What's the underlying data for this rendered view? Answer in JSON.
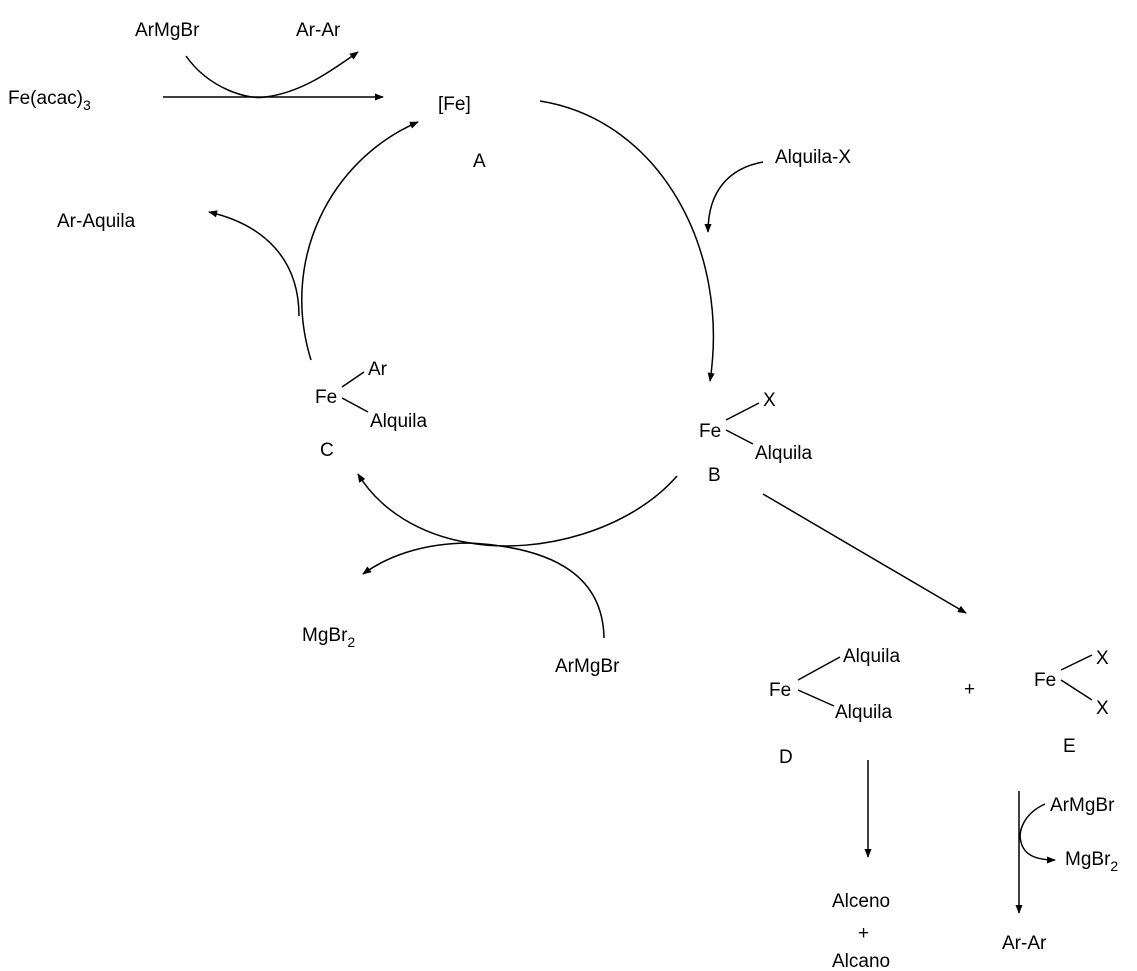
{
  "precatalyst": {
    "label": "Fe(acac)",
    "subscript": "3"
  },
  "activation": {
    "reagent": "ArMgBr",
    "byproduct": "Ar-Ar"
  },
  "species_a": {
    "formula": "[Fe]",
    "letter": "A"
  },
  "oxidative_addition": {
    "reagent": "Alquila-X"
  },
  "species_b": {
    "metal": "Fe",
    "ligand_1": "X",
    "ligand_2": "Alquila",
    "letter": "B"
  },
  "transmetalation": {
    "reagent": "ArMgBr",
    "byproduct_base": "MgBr",
    "byproduct_subscript": "2"
  },
  "species_c": {
    "metal": "Fe",
    "ligand_1": "Ar",
    "ligand_2": "Alquila",
    "letter": "C"
  },
  "reductive_elimination": {
    "product": "Ar-Aquila"
  },
  "side_pathway": {
    "plus_sign": "+",
    "species_d": {
      "metal": "Fe",
      "ligand_1": "Alquila",
      "ligand_2": "Alquila",
      "letter": "D"
    },
    "species_e": {
      "metal": "Fe",
      "ligand_1": "X",
      "ligand_2": "X",
      "letter": "E"
    },
    "d_products": {
      "line_1": "Alceno",
      "line_2": "+",
      "line_3": "Alcano"
    },
    "e_reagent": "ArMgBr",
    "e_byproduct_base": "MgBr",
    "e_byproduct_subscript": "2",
    "e_product": "Ar-Ar"
  }
}
